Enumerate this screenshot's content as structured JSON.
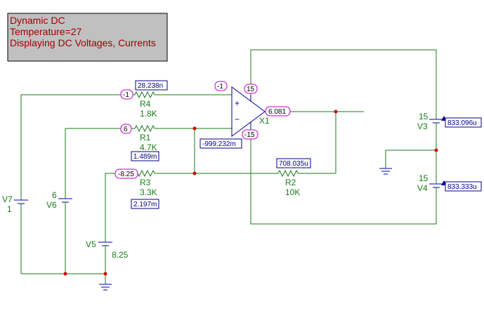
{
  "info_box": {
    "line1": "Dynamic DC",
    "line2": "Temperature=27",
    "line3": "Displaying DC Voltages, Currents"
  },
  "node_voltages": {
    "r4_left": "-1",
    "opamp_inv": "-1",
    "vpos_supply": "15",
    "output": "6.081",
    "r1_left": "6",
    "vneg_supply": "-15",
    "r3_left": "-8.25"
  },
  "currents": {
    "r4": "28.238n",
    "r1": "1.489m",
    "opamp_noninv": "-999.232m",
    "r2": "708.035u",
    "r3": "2.197m",
    "v3": "833.096u",
    "v4": "833.333u"
  },
  "components": {
    "r4": {
      "name": "R4",
      "value": "1.8K"
    },
    "r1": {
      "name": "R1",
      "value": "4.7K"
    },
    "r3": {
      "name": "R3",
      "value": "3.3K"
    },
    "r2": {
      "name": "R2",
      "value": "10K"
    },
    "x1": {
      "name": "X1"
    },
    "v7": {
      "name": "V7",
      "value": "1"
    },
    "v6": {
      "name": "V6",
      "value": "6"
    },
    "v5": {
      "name": "V5",
      "value": "8.25"
    },
    "v3": {
      "name": "V3",
      "value": "15"
    },
    "v4": {
      "name": "V4",
      "value": "15"
    }
  },
  "colors": {
    "wire": "#1a7a1a",
    "component": "#0000a0",
    "junction": "#d00000",
    "info_bg": "#c0c0c0",
    "info_text": "#a00000",
    "node_marker": "#c000c0"
  }
}
